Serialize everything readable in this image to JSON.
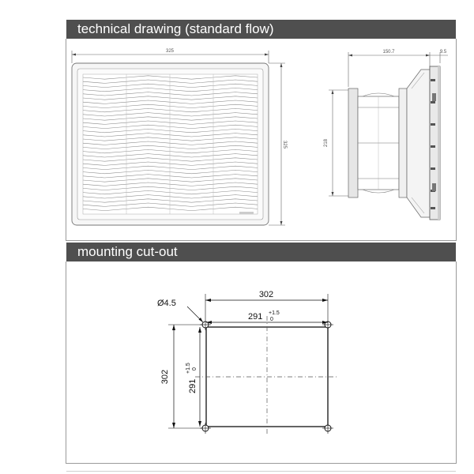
{
  "sections": {
    "technical_drawing": {
      "title": "technical drawing (standard flow)",
      "front_width": "325",
      "front_height": "325",
      "side_depth": "150.7",
      "side_flange": "9.5",
      "side_height": "218"
    },
    "mounting": {
      "title": "mounting cut-out",
      "hole_label": "Ø4.5",
      "outer_width": "302",
      "inner_width": "291",
      "inner_width_tol_upper": "+1.5",
      "inner_width_tol_lower": "0",
      "outer_height": "302",
      "inner_height": "291",
      "inner_height_tol_upper": "+1.5",
      "inner_height_tol_lower": "0"
    }
  }
}
